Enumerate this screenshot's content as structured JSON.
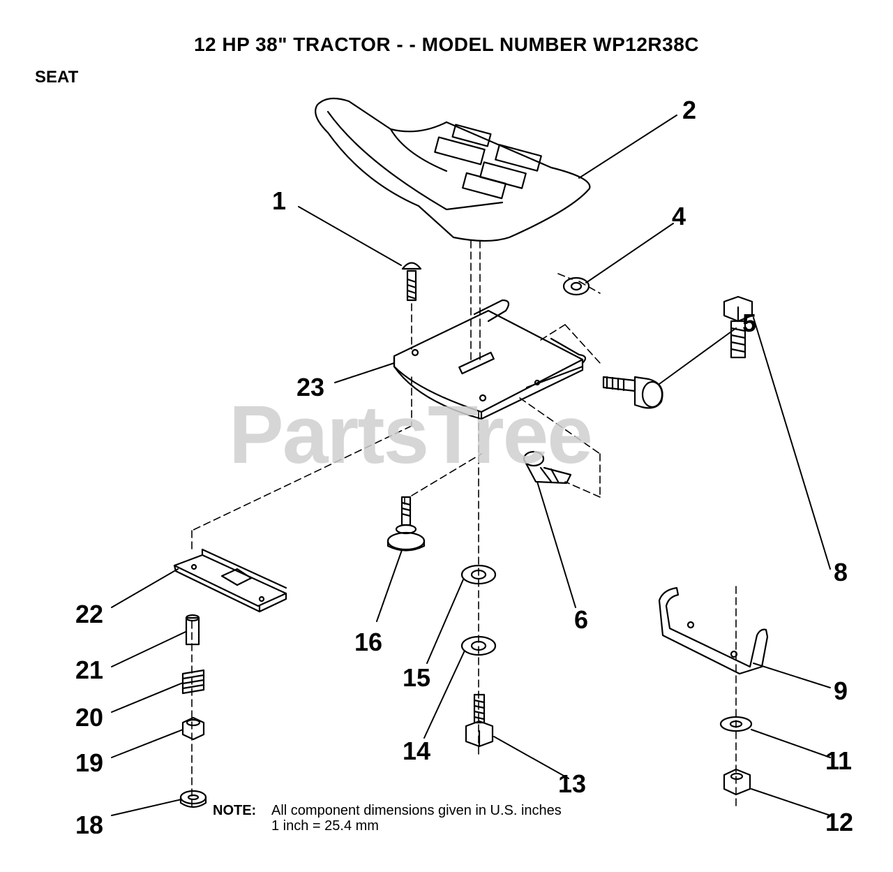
{
  "title": "12 HP 38\" TRACTOR - - MODEL NUMBER WP12R38C",
  "section": "SEAT",
  "watermark": "PartsTree",
  "note": {
    "label": "NOTE:",
    "line1": "All component dimensions given in U.S. inches",
    "line2": "1 inch = 25.4 mm"
  },
  "callouts": {
    "c1": "1",
    "c2": "2",
    "c4": "4",
    "c5": "5",
    "c6": "6",
    "c8": "8",
    "c9": "9",
    "c11": "11",
    "c12": "12",
    "c13": "13",
    "c14": "14",
    "c15": "15",
    "c16": "16",
    "c18": "18",
    "c19": "19",
    "c20": "20",
    "c21": "21",
    "c22": "22",
    "c23": "23"
  },
  "parts": {
    "p1": "carriage-bolt",
    "p2": "seat",
    "p4": "nut",
    "p5": "shoulder-bolt",
    "p6": "clip",
    "p8": "hex-bolt",
    "p9": "bracket",
    "p11": "washer",
    "p12": "lock-nut",
    "p13": "hex-bolt",
    "p14": "washer",
    "p15": "washer",
    "p16": "shoulder-bolt",
    "p18": "flange-nut",
    "p19": "nut",
    "p20": "spring",
    "p21": "pin",
    "p22": "slide-plate",
    "p23": "seat-pan"
  },
  "colors": {
    "ink": "#000000",
    "watermark": "#cfcfcf",
    "background": "#ffffff"
  }
}
